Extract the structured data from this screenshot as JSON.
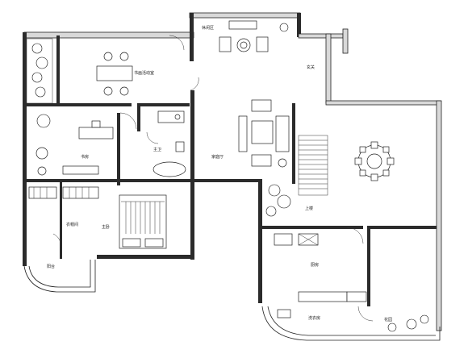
{
  "rooms": {
    "study_room": "书房",
    "reading_area": "书画活动室",
    "bathroom": "主卫",
    "family_room": "家庭厅",
    "master_bedroom": "主卧",
    "walk_in_closet": "衣帽间",
    "balcony_left": "阳台",
    "leisure_area": "休闲区",
    "entrance": "玄关",
    "stair": "上楼",
    "kitchen": "厨房",
    "utility": "洗衣房",
    "terrace": "花园"
  }
}
